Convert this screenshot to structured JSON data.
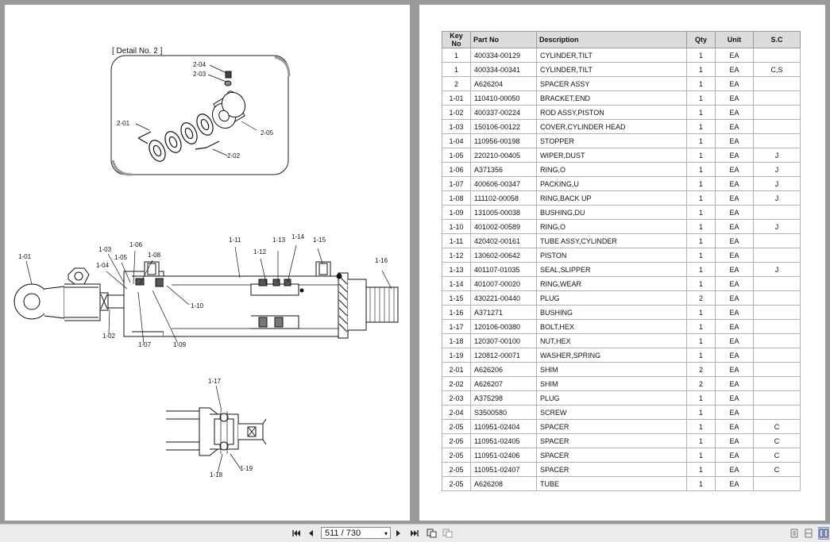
{
  "diagram": {
    "detail_title": "[ Detail No. 2 ]",
    "labels": {
      "d204": "2-04",
      "d203": "2-03",
      "d201": "2-01",
      "d205": "2-05",
      "d202": "2-02",
      "l101": "1-01",
      "l103": "1-03",
      "l104": "1-04",
      "l105": "1-05",
      "l106": "1-06",
      "l108": "1-08",
      "l111": "1-11",
      "l112": "1-12",
      "l113": "1-13",
      "l114": "1-14",
      "l115": "1-15",
      "l116": "1-16",
      "l110": "1-10",
      "l102": "1-02",
      "l107": "1-07",
      "l109": "1-09",
      "l117": "1-17",
      "l119": "1-19",
      "l118": "1-18"
    }
  },
  "table": {
    "headers": [
      "Key No",
      "Part No",
      "Description",
      "Qty",
      "Unit",
      "S.C"
    ],
    "rows": [
      [
        "1",
        "400334-00129",
        "CYLINDER,TILT",
        "1",
        "EA",
        ""
      ],
      [
        "1",
        "400334-00341",
        "CYLINDER,TILT",
        "1",
        "EA",
        "C,S"
      ],
      [
        "2",
        "A626204",
        "SPACER ASSY",
        "1",
        "EA",
        ""
      ],
      [
        "1-01",
        "110410-00050",
        "BRACKET,END",
        "1",
        "EA",
        ""
      ],
      [
        "1-02",
        "400337-00224",
        "ROD ASSY,PISTON",
        "1",
        "EA",
        ""
      ],
      [
        "1-03",
        "150106-00122",
        "COVER,CYLINDER HEAD",
        "1",
        "EA",
        ""
      ],
      [
        "1-04",
        "110956-00198",
        "STOPPER",
        "1",
        "EA",
        ""
      ],
      [
        "1-05",
        "220210-00405",
        "WIPER,DUST",
        "1",
        "EA",
        "J"
      ],
      [
        "1-06",
        "A371356",
        "RING,O",
        "1",
        "EA",
        "J"
      ],
      [
        "1-07",
        "400606-00347",
        "PACKING,U",
        "1",
        "EA",
        "J"
      ],
      [
        "1-08",
        "111102-00058",
        "RING,BACK UP",
        "1",
        "EA",
        "J"
      ],
      [
        "1-09",
        "131005-00038",
        "BUSHING,DU",
        "1",
        "EA",
        ""
      ],
      [
        "1-10",
        "401002-00589",
        "RING,O",
        "1",
        "EA",
        "J"
      ],
      [
        "1-11",
        "420402-00161",
        "TUBE ASSY,CYLINDER",
        "1",
        "EA",
        ""
      ],
      [
        "1-12",
        "130602-00642",
        "PISTON",
        "1",
        "EA",
        ""
      ],
      [
        "1-13",
        "401107-01035",
        "SEAL,SLIPPER",
        "1",
        "EA",
        "J"
      ],
      [
        "1-14",
        "401007-00020",
        "RING,WEAR",
        "1",
        "EA",
        ""
      ],
      [
        "1-15",
        "430221-00440",
        "PLUG",
        "2",
        "EA",
        ""
      ],
      [
        "1-16",
        "A371271",
        "BUSHING",
        "1",
        "EA",
        ""
      ],
      [
        "1-17",
        "120106-00380",
        "BOLT,HEX",
        "1",
        "EA",
        ""
      ],
      [
        "1-18",
        "120307-00100",
        "NUT,HEX",
        "1",
        "EA",
        ""
      ],
      [
        "1-19",
        "120812-00071",
        "WASHER,SPRING",
        "1",
        "EA",
        ""
      ],
      [
        "2-01",
        "A626206",
        "SHIM",
        "2",
        "EA",
        ""
      ],
      [
        "2-02",
        "A626207",
        "SHIM",
        "2",
        "EA",
        ""
      ],
      [
        "2-03",
        "A375298",
        "PLUG",
        "1",
        "EA",
        ""
      ],
      [
        "2-04",
        "S3500580",
        "SCREW",
        "1",
        "EA",
        ""
      ],
      [
        "2-05",
        "110951-02404",
        "SPACER",
        "1",
        "EA",
        "C"
      ],
      [
        "2-05",
        "110951-02405",
        "SPACER",
        "1",
        "EA",
        "C"
      ],
      [
        "2-05",
        "110951-02406",
        "SPACER",
        "1",
        "EA",
        "C"
      ],
      [
        "2-05",
        "110951-02407",
        "SPACER",
        "1",
        "EA",
        "C"
      ],
      [
        "2-05",
        "A626208",
        "TUBE",
        "1",
        "EA",
        ""
      ]
    ]
  },
  "toolbar": {
    "page_indicator": "511 / 730",
    "icons": [
      "first-page-icon",
      "prev-page-icon",
      "next-page-icon",
      "last-page-icon",
      "fit-page-icon",
      "fit-width-icon",
      "single-page-icon",
      "facing-page-icon",
      "continuous-page-icon"
    ]
  }
}
